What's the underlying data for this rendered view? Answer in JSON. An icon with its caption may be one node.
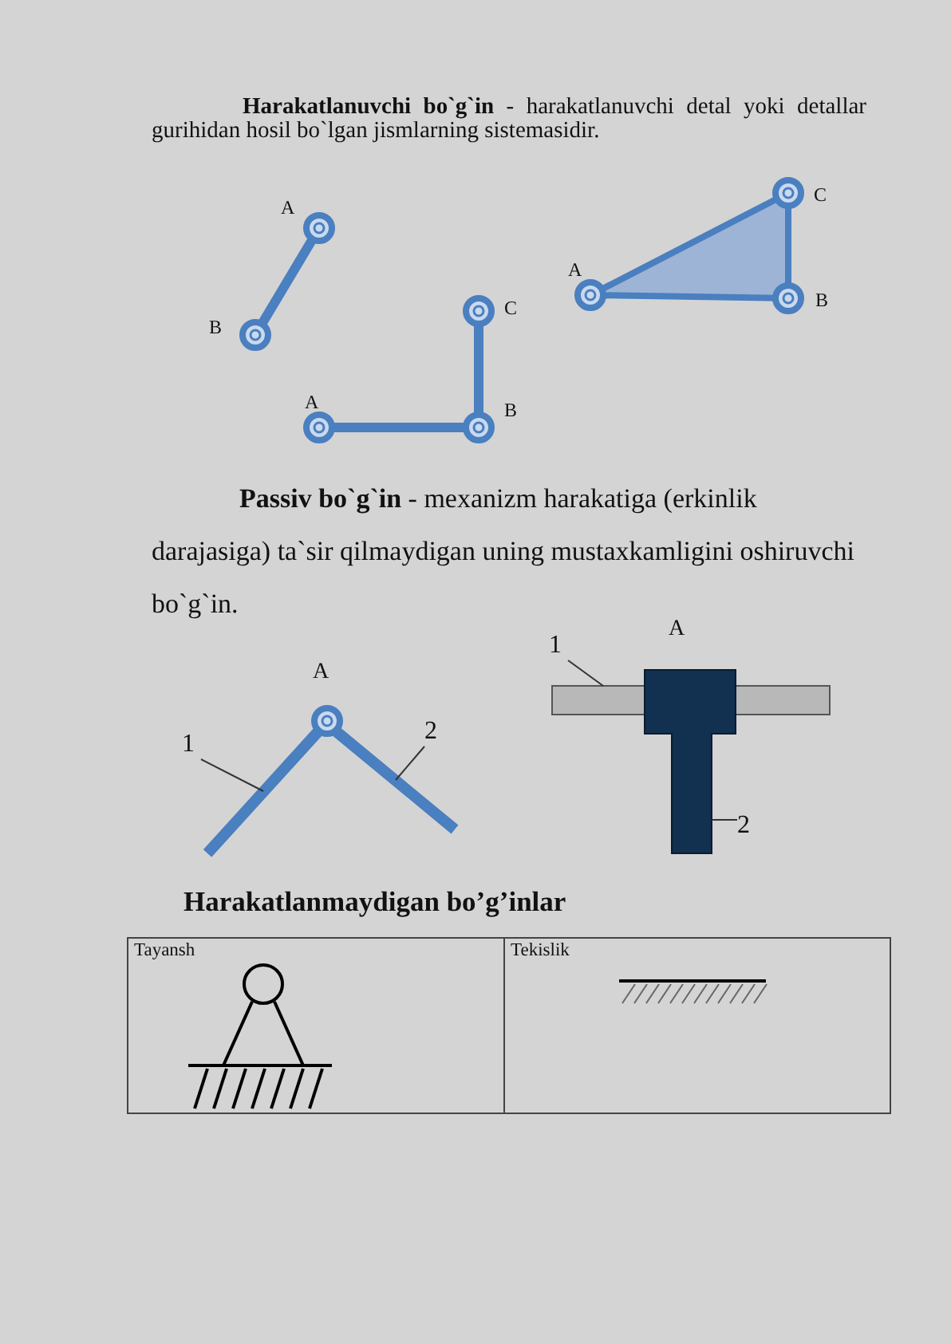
{
  "diagram": {
    "nodes": [
      {
        "text": [
          "1"
        ]
      },
      {
        "text": [],
        "shape": "bar"
      },
      {
        "text": [
          "2"
        ]
      },
      {
        "text": [],
        "shape": "bar"
      },
      {
        "text": [
          "1"
        ]
      },
      {
        "text": [],
        "shape": "bar"
      },
      {
        "text": [
          "2"
        ]
      },
      {
        "text": [],
        "shape": "bar"
      }
    ],
    "edges": [
      {
        "from": 0,
        "to": 1,
        "arrow": "none"
      },
      {
        "from": 2,
        "to": 3,
        "arrow": "none"
      },
      {
        "from": 4,
        "to": 5,
        "arrow": "none"
      },
      {
        "from": 6,
        "to": 7,
        "arrow": "none"
      }
    ],
    "labels": [
      "**Harakatlanuvchi bo`g`in** - harakatlanuvchi detal yoki detallar gurihidan hosil bo`lgan jismlarning sistemasidir.",
      "C",
      "A",
      "A",
      "C",
      "B",
      "B",
      "A",
      "B",
      "**Passiv bo`g`in** - mexanizm harakatiga (erkinlik darajasiga) ta`sir qilmaydigan uning mustaxkamligini oshiruvchi bo`g`in.",
      "A",
      "A",
      "Harakatlanmaydigan bo’g’inlar",
      "Tayansh",
      "Tekislik"
    ]
  }
}
